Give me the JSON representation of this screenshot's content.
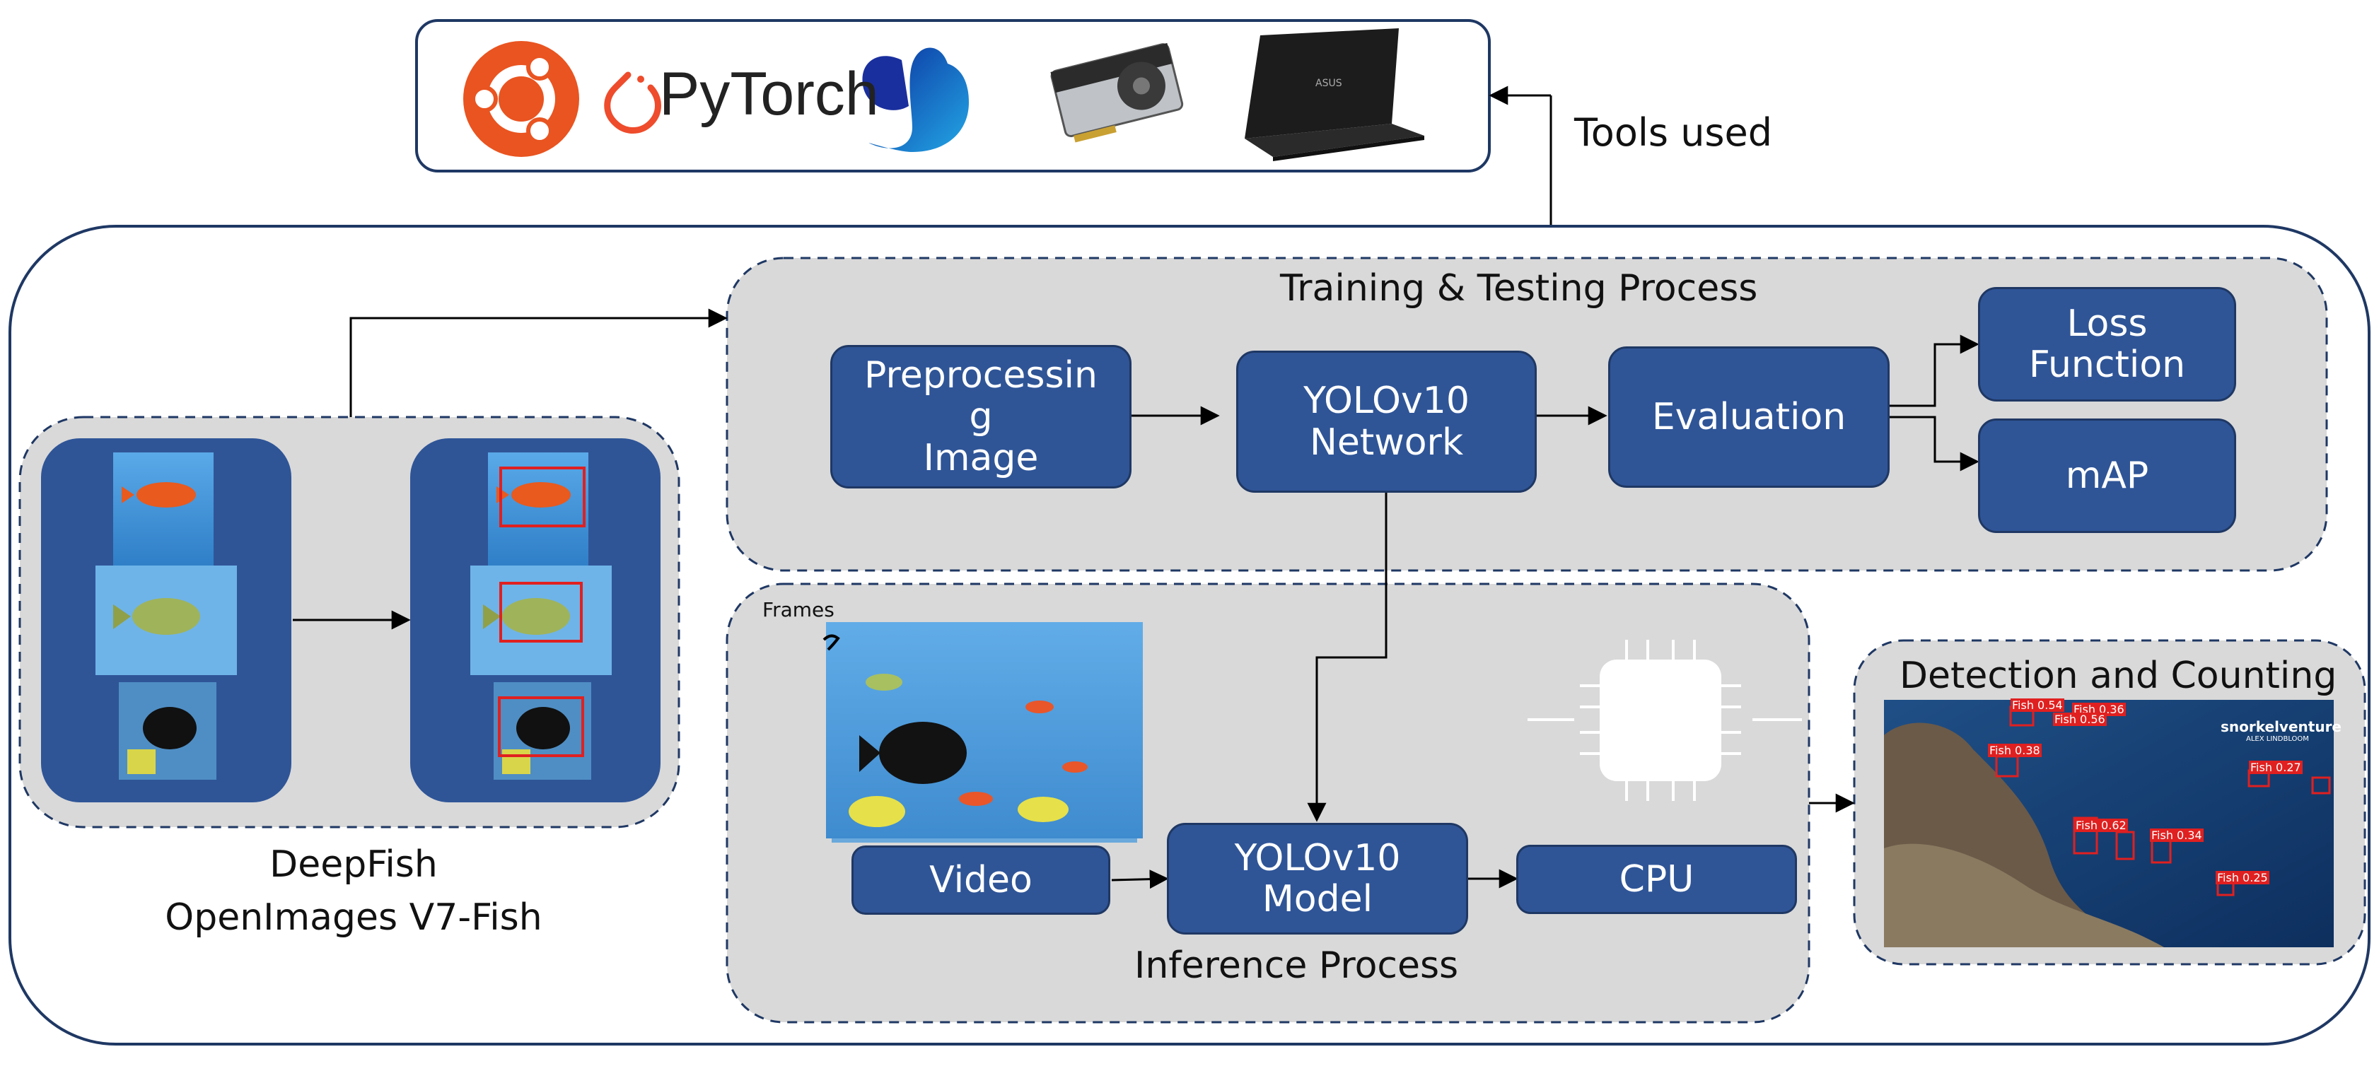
{
  "tools": {
    "label": "Tools used",
    "pytorch_text": "PyTorch",
    "laptop_brand": "ASUS",
    "icons": [
      "ubuntu-logo-icon",
      "pytorch-flame-icon",
      "meta-logo-icon",
      "gpu-card-icon",
      "laptop-icon"
    ],
    "ubuntu_color": "#e95420",
    "pytorch_color": "#ee4c2c"
  },
  "training": {
    "title": "Training & Testing Process",
    "preprocessing": "Preprocessin\ng\nImage",
    "network": "YOLOv10\nNetwork",
    "evaluation": "Evaluation",
    "loss": "Loss\nFunction",
    "map": "mAP"
  },
  "inference": {
    "title": "Inference Process",
    "frames_label": "Frames",
    "video": "Video",
    "model": "YOLOv10\nModel",
    "cpu": "CPU"
  },
  "datasets": {
    "line1": "DeepFish",
    "line2": "OpenImages V7-Fish"
  },
  "detection": {
    "title": "Detection and Counting",
    "watermark": "snorkelventure",
    "watermark_sub": "ALEX LINDBLOOM",
    "boxes": [
      {
        "label": "Fish 0.54"
      },
      {
        "label": "Fish 0.36"
      },
      {
        "label": "Fish 0.56"
      },
      {
        "label": "Fish 0.38"
      },
      {
        "label": "Fish 0.27"
      },
      {
        "label": "Fish 0.62"
      },
      {
        "label": "Fish 0.34"
      },
      {
        "label": "Fish 0.25"
      }
    ]
  },
  "colors": {
    "node_fill": "#2f5597",
    "node_border": "#1f3864",
    "group_fill": "#d9d9d9",
    "underwater": "#3a8fd9",
    "detect_box": "#e02020"
  }
}
